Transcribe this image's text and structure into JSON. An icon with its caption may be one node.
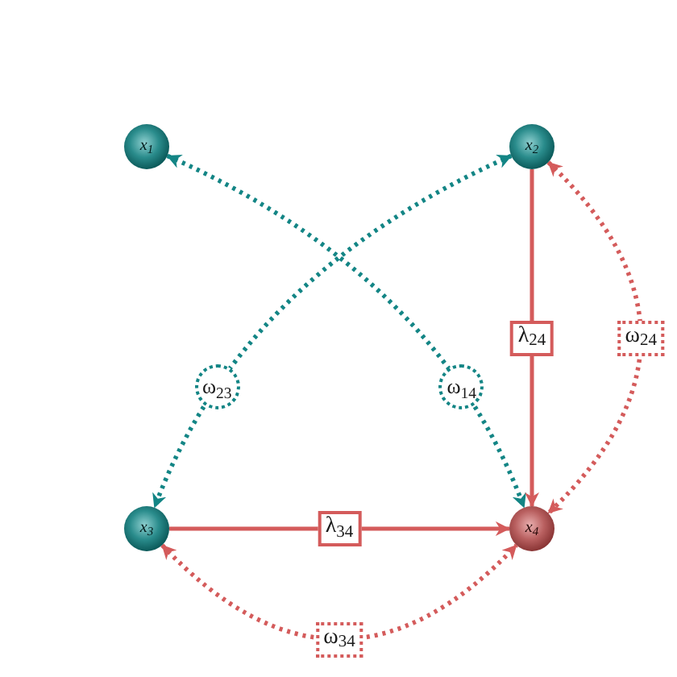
{
  "diagram": {
    "nodes": [
      {
        "text": [
          "x$_{1}$"
        ]
      },
      {
        "text": [
          "x$_{2}$"
        ]
      },
      {
        "text": [
          "x$_{3}$"
        ]
      },
      {
        "text": [
          "x$_{4}$"
        ]
      }
    ],
    "edges": [
      {
        "from": 0,
        "to": 3,
        "arrow": "both",
        "label": "ω$_{14}$",
        "style": "dashed",
        "color": "#138585"
      },
      {
        "from": 1,
        "to": 2,
        "arrow": "both",
        "label": "ω$_{23}$",
        "style": "dashed",
        "color": "#138585"
      },
      {
        "from": 1,
        "to": 3,
        "arrow": "to",
        "label": "λ$_{24}$"
      },
      {
        "from": 1,
        "to": 3,
        "arrow": "both",
        "label": "ω$_{24}$",
        "style": "dashed"
      },
      {
        "from": 2,
        "to": 3,
        "arrow": "to",
        "label": "λ$_{34}$"
      },
      {
        "from": 2,
        "to": 3,
        "arrow": "both",
        "label": "ω$_{34}$",
        "style": "dashed"
      }
    ]
  }
}
